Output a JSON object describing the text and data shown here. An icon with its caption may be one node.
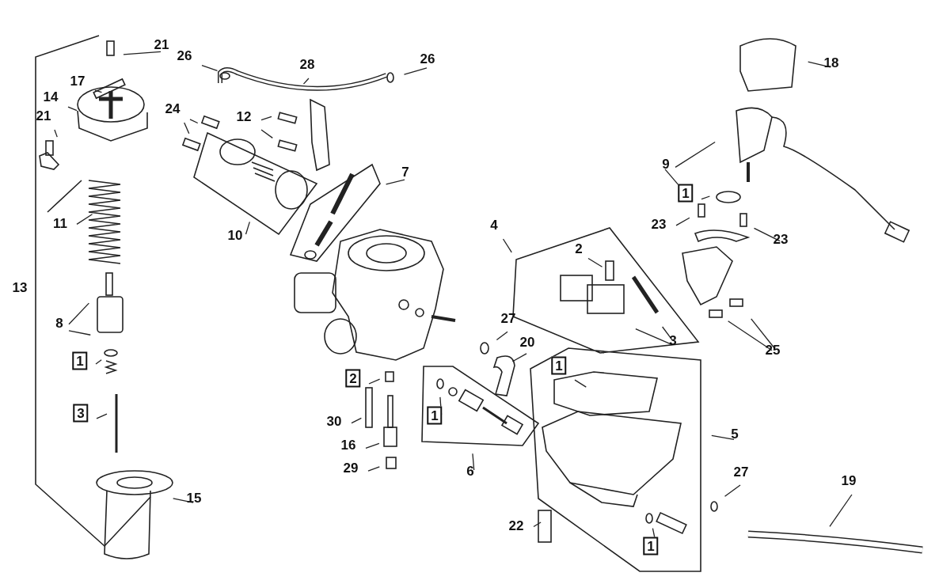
{
  "diagram": {
    "nodes": [
      {
        "text": [
          "21"
        ]
      },
      {
        "text": [
          "17"
        ]
      },
      {
        "text": [
          "14"
        ]
      },
      {
        "text": [
          "21"
        ]
      },
      {
        "text": [
          "11"
        ]
      },
      {
        "text": [
          "13"
        ]
      },
      {
        "text": [
          "8"
        ]
      },
      {
        "text": [
          "1"
        ]
      },
      {
        "text": [
          "3"
        ]
      },
      {
        "text": [
          "15"
        ]
      },
      {
        "text": [
          "24"
        ]
      },
      {
        "text": [
          "26"
        ]
      },
      {
        "text": [
          "28"
        ]
      },
      {
        "text": [
          "26"
        ]
      },
      {
        "text": [
          "12"
        ]
      },
      {
        "text": [
          "10"
        ]
      },
      {
        "text": [
          "7"
        ]
      },
      {
        "text": [
          "4"
        ]
      },
      {
        "text": [
          "2"
        ]
      },
      {
        "text": [
          "3"
        ]
      },
      {
        "text": [
          "27"
        ]
      },
      {
        "text": [
          "20"
        ]
      },
      {
        "text": [
          "2"
        ]
      },
      {
        "text": [
          "30"
        ]
      },
      {
        "text": [
          "16"
        ]
      },
      {
        "text": [
          "29"
        ]
      },
      {
        "text": [
          "1"
        ]
      },
      {
        "text": [
          "6"
        ]
      },
      {
        "text": [
          "1"
        ]
      },
      {
        "text": [
          "5"
        ]
      },
      {
        "text": [
          "22"
        ]
      },
      {
        "text": [
          "1"
        ]
      },
      {
        "text": [
          "27"
        ]
      },
      {
        "text": [
          "19"
        ]
      },
      {
        "text": [
          "18"
        ]
      },
      {
        "text": [
          "9"
        ]
      },
      {
        "text": [
          "1"
        ]
      },
      {
        "text": [
          "23"
        ]
      },
      {
        "text": [
          "23"
        ]
      },
      {
        "text": [
          "25"
        ]
      }
    ],
    "edges": [
      {
        "from": 0,
        "to": null,
        "arrow": "none"
      },
      {
        "from": 1,
        "to": null,
        "arrow": "none"
      },
      {
        "from": 2,
        "to": null,
        "arrow": "none"
      },
      {
        "from": 3,
        "to": null,
        "arrow": "none"
      },
      {
        "from": 4,
        "to": null,
        "arrow": "none"
      },
      {
        "from": 6,
        "to": null,
        "arrow": "none"
      },
      {
        "from": 6,
        "to": null,
        "arrow": "none"
      },
      {
        "from": 7,
        "to": null,
        "arrow": "none"
      },
      {
        "from": 8,
        "to": null,
        "arrow": "none"
      },
      {
        "from": 9,
        "to": null,
        "arrow": "none"
      },
      {
        "from": 10,
        "to": null,
        "arrow": "none"
      },
      {
        "from": 10,
        "to": null,
        "arrow": "none"
      },
      {
        "from": 11,
        "to": null,
        "arrow": "none"
      },
      {
        "from": 12,
        "to": null,
        "arrow": "none"
      },
      {
        "from": 13,
        "to": null,
        "arrow": "none"
      },
      {
        "from": 14,
        "to": null,
        "arrow": "none"
      },
      {
        "from": 14,
        "to": null,
        "arrow": "none"
      },
      {
        "from": 15,
        "to": null,
        "arrow": "none"
      },
      {
        "from": 16,
        "to": null,
        "arrow": "none"
      },
      {
        "from": 17,
        "to": null,
        "arrow": "none"
      },
      {
        "from": 18,
        "to": null,
        "arrow": "none"
      },
      {
        "from": 19,
        "to": null,
        "arrow": "none"
      },
      {
        "from": 19,
        "to": null,
        "arrow": "none"
      },
      {
        "from": 20,
        "to": null,
        "arrow": "none"
      },
      {
        "from": 21,
        "to": null,
        "arrow": "none"
      },
      {
        "from": 22,
        "to": null,
        "arrow": "none"
      },
      {
        "from": 23,
        "to": null,
        "arrow": "none"
      },
      {
        "from": 24,
        "to": null,
        "arrow": "none"
      },
      {
        "from": 25,
        "to": null,
        "arrow": "none"
      },
      {
        "from": 26,
        "to": null,
        "arrow": "none"
      },
      {
        "from": 27,
        "to": null,
        "arrow": "none"
      },
      {
        "from": 28,
        "to": null,
        "arrow": "none"
      },
      {
        "from": 29,
        "to": null,
        "arrow": "none"
      },
      {
        "from": 30,
        "to": null,
        "arrow": "none"
      },
      {
        "from": 31,
        "to": null,
        "arrow": "none"
      },
      {
        "from": 32,
        "to": null,
        "arrow": "none"
      },
      {
        "from": 33,
        "to": null,
        "arrow": "none"
      },
      {
        "from": 34,
        "to": null,
        "arrow": "none"
      },
      {
        "from": 35,
        "to": null,
        "arrow": "none"
      },
      {
        "from": 35,
        "to": 36,
        "arrow": "none"
      },
      {
        "from": 36,
        "to": null,
        "arrow": "none"
      },
      {
        "from": 37,
        "to": null,
        "arrow": "none"
      },
      {
        "from": 38,
        "to": null,
        "arrow": "none"
      },
      {
        "from": 39,
        "to": null,
        "arrow": "none"
      },
      {
        "from": 39,
        "to": null,
        "arrow": "none"
      }
    ]
  }
}
